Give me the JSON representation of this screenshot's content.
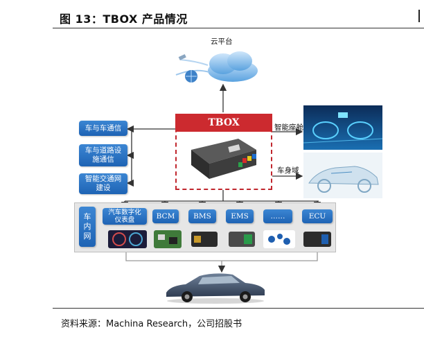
{
  "header": {
    "title": "图 13：TBOX 产品情况"
  },
  "cloud": {
    "label": "云平台"
  },
  "tbox": {
    "label": "TBOX"
  },
  "left_boxes": [
    {
      "label": "车与车通信"
    },
    {
      "label": "车与道路设\n施通信"
    },
    {
      "label": "智能交通网\n建设"
    }
  ],
  "right_labels": {
    "cockpit": "智能座舱",
    "body": "车身域"
  },
  "in_vehicle": {
    "label": "车\n内\n网"
  },
  "ecu_boxes": [
    {
      "label": "汽车数字化\n仪表盘"
    },
    {
      "label": "BCM"
    },
    {
      "label": "BMS"
    },
    {
      "label": "EMS"
    },
    {
      "label": "……"
    },
    {
      "label": "ECU"
    }
  ],
  "footer": {
    "source": "资料来源：Machina Research，公司招股书"
  },
  "colors": {
    "box_blue": "#2a73c4",
    "tbox_red": "#cc2a2f",
    "line": "#333333"
  }
}
